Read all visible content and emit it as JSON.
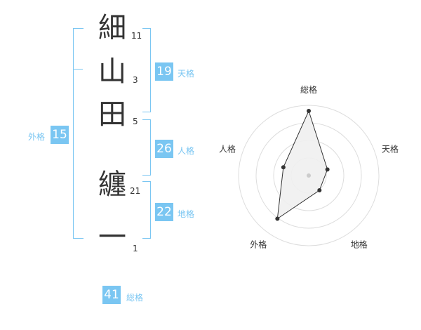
{
  "name": {
    "characters": [
      {
        "char": "細",
        "strokes": "11"
      },
      {
        "char": "山",
        "strokes": "3"
      },
      {
        "char": "田",
        "strokes": "5"
      },
      {
        "char": "纏",
        "strokes": "21"
      },
      {
        "char": "一",
        "strokes": "1"
      }
    ]
  },
  "kakusu": {
    "tenkaku": {
      "value": "19",
      "label": "天格"
    },
    "jinkaku": {
      "value": "26",
      "label": "人格"
    },
    "chikaku": {
      "value": "22",
      "label": "地格"
    },
    "gaikaku": {
      "value": "15",
      "label": "外格"
    },
    "soukaku": {
      "value": "41",
      "label": "総格"
    }
  },
  "colors": {
    "accent": "#7ac6f2",
    "text": "#333333"
  },
  "chart_data": {
    "type": "radar",
    "axes": [
      "総格",
      "天格",
      "地格",
      "外格",
      "人格"
    ],
    "values": [
      4.6,
      1.4,
      1.3,
      3.8,
      1.9
    ],
    "max": 5,
    "rings": 4
  }
}
